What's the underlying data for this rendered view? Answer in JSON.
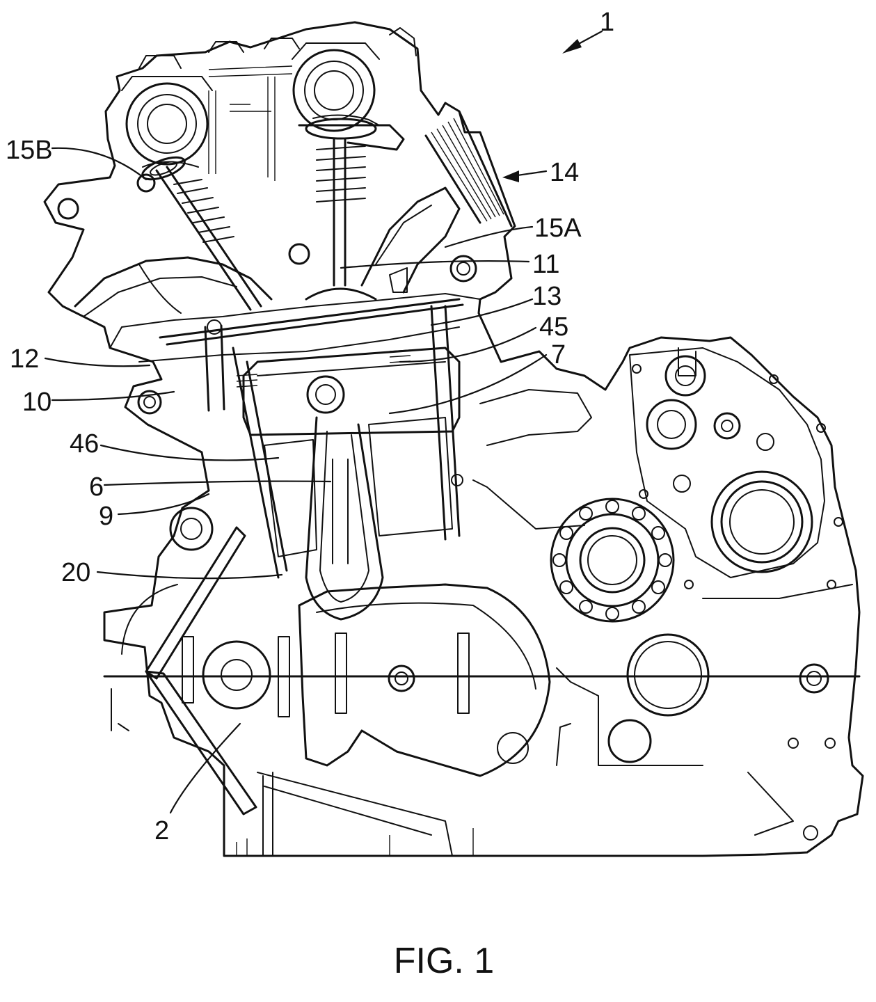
{
  "figure": {
    "caption": "FIG. 1",
    "reference_numerals": [
      {
        "id": "1",
        "text": "1"
      },
      {
        "id": "14",
        "text": "14"
      },
      {
        "id": "15B",
        "text": "15B"
      },
      {
        "id": "15A",
        "text": "15A"
      },
      {
        "id": "11",
        "text": "11"
      },
      {
        "id": "13",
        "text": "13"
      },
      {
        "id": "45",
        "text": "45"
      },
      {
        "id": "7",
        "text": "7"
      },
      {
        "id": "12",
        "text": "12"
      },
      {
        "id": "10",
        "text": "10"
      },
      {
        "id": "46",
        "text": "46"
      },
      {
        "id": "6",
        "text": "6"
      },
      {
        "id": "9",
        "text": "9"
      },
      {
        "id": "20",
        "text": "20"
      },
      {
        "id": "2",
        "text": "2"
      }
    ]
  },
  "colors": {
    "line": "#111111",
    "background": "#ffffff"
  }
}
